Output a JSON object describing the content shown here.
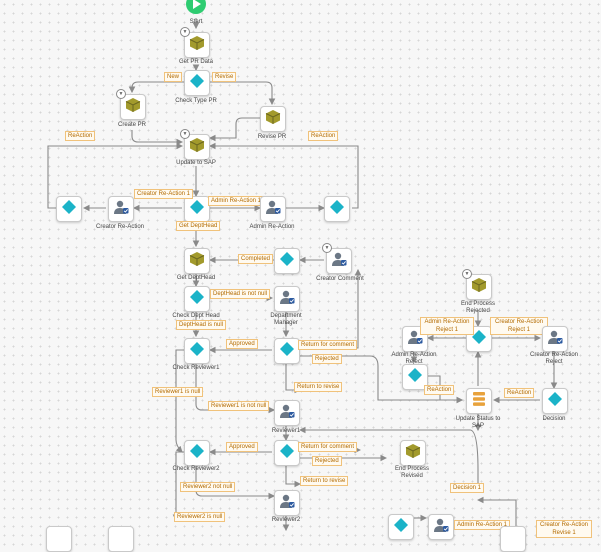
{
  "colors": {
    "diamond": "#1bb3c8",
    "db": "#a29a2c",
    "db_dark": "#6b6620",
    "start": "#2ecc71",
    "user": "#6b7785",
    "user_badge": "#2c5aa0",
    "sequence": "#e8a23c",
    "edge": "#8a8a8a",
    "tag_text": "#b36b00"
  },
  "nodes": {
    "start": {
      "label": "Start",
      "icon": "play-icon"
    },
    "get_pr": {
      "label": "Get PR Data",
      "icon": "database-icon"
    },
    "check_type": {
      "label": "Check Type PR",
      "icon": "diamond-icon"
    },
    "create_pr": {
      "label": "Create PR",
      "icon": "database-icon"
    },
    "revise_pr": {
      "label": "Revise PR",
      "icon": "database-icon"
    },
    "update_sap": {
      "label": "Update to SAP",
      "icon": "database-icon"
    },
    "dec_left": {
      "label": "",
      "icon": "diamond-icon"
    },
    "creator_reaction": {
      "label": "Creator Re-Action",
      "icon": "user-icon"
    },
    "dec_mid": {
      "label": "",
      "icon": "diamond-icon"
    },
    "admin_reaction": {
      "label": "Admin Re-Action",
      "icon": "user-icon"
    },
    "dec_right": {
      "label": "",
      "icon": "diamond-icon"
    },
    "get_depthead": {
      "label": "Get DeptHead",
      "icon": "database-icon"
    },
    "dec_completed": {
      "label": "",
      "icon": "diamond-icon"
    },
    "creator_comment": {
      "label": "Creator Comment",
      "icon": "user-icon"
    },
    "check_depthead": {
      "label": "Check Dept Head",
      "icon": "diamond-icon"
    },
    "dept_manager": {
      "label": "Department Manager",
      "icon": "user-icon"
    },
    "check_reviewer1": {
      "label": "Check Reviewer1",
      "icon": "diamond-icon"
    },
    "dec_r1": {
      "label": "",
      "icon": "diamond-icon"
    },
    "reviewer1": {
      "label": "Reviewer1",
      "icon": "user-icon"
    },
    "check_reviewer2": {
      "label": "Check Reviewer2",
      "icon": "diamond-icon"
    },
    "dec_r2": {
      "label": "",
      "icon": "diamond-icon"
    },
    "reviewer2": {
      "label": "Reviewer2",
      "icon": "user-icon"
    },
    "end_revised": {
      "label": "End Process Revised",
      "icon": "database-icon"
    },
    "end_rejected": {
      "label": "End Process Rejected",
      "icon": "database-icon"
    },
    "admin_reject": {
      "label": "Admin Re-Action Reject",
      "icon": "user-icon"
    },
    "dec_reject": {
      "label": "",
      "icon": "diamond-icon"
    },
    "creator_reject": {
      "label": "Creator Re-Action Reject",
      "icon": "user-icon"
    },
    "dec_reject_low": {
      "label": "",
      "icon": "diamond-icon"
    },
    "update_status": {
      "label": "Update Status to SAP",
      "icon": "sequence-icon"
    },
    "decision": {
      "label": "Decision",
      "icon": "diamond-icon"
    },
    "dec_bottom": {
      "label": "",
      "icon": "diamond-icon"
    },
    "user_bottom": {
      "label": "",
      "icon": "user-icon"
    }
  },
  "tags": {
    "new": "New",
    "revise": "Revise",
    "reaction_left": "ReAction",
    "reaction_right": "ReAction",
    "creator_reaction1": "Creator Re-Action 1",
    "admin_reaction1": "Admin Re-Action 1",
    "get_depthead": "Get DeptHead",
    "completed": "Completed",
    "depthead_not_null": "DeptHead is not null",
    "depthead_is_null": "DeptHead is null",
    "approved1": "Approved",
    "return_comment1": "Return for comment",
    "rejected1": "Rejected",
    "return_revise1": "Return to revise",
    "reviewer1_is_null": "Reviewer1 is null",
    "reviewer1_not_null": "Reviewer1 is not null",
    "approved2": "Approved",
    "return_comment2": "Return for comment",
    "rejected2": "Rejected",
    "return_revise2": "Return to revise",
    "reviewer2_not_null": "Reviewer2 not null",
    "reviewer2_is_null": "Reviewer2 is null",
    "admin_reject1": "Admin Re-Action Reject 1",
    "creator_reject1": "Creator Re-Action Reject 1",
    "reaction_mid": "ReAction",
    "reaction_decision": "ReAction",
    "decision1": "Decision 1",
    "admin_reaction1_b": "Admin Re-Action 1",
    "creator_revise1": "Creator Re-Action Revise 1"
  }
}
